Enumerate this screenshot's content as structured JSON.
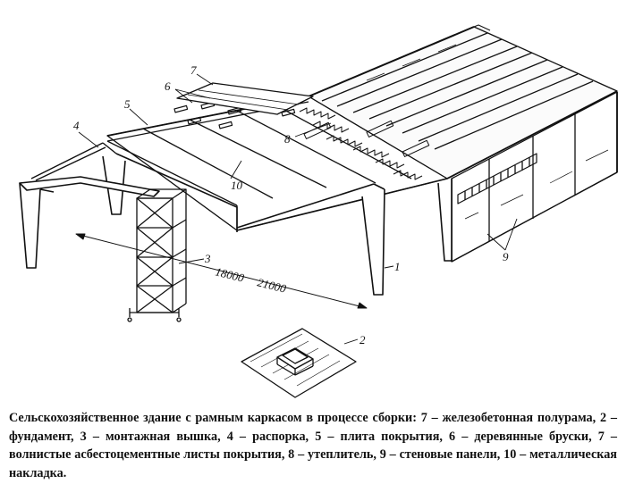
{
  "figure": {
    "labels": {
      "l1": "1",
      "l2": "2",
      "l3": "3",
      "l4": "4",
      "l5": "5",
      "l6": "6",
      "l7": "7",
      "l8": "8",
      "l9": "9",
      "l10": "10"
    },
    "dimensions": {
      "d1": "18000",
      "d2": "21000"
    }
  },
  "caption": {
    "text": "Сельскохозяйственное здание с рамным каркасом в процессе сборки: 7 – железобетонная полурама, 2 – фундамент, 3 – монтажная вышка, 4 – распорка, 5 – плита покрытия, 6 – деревянные бруски, 7 – волнистые асбестоцементные листы покрытия, 8 – утеплитель, 9 – стеновые панели, 10 – металлическая накладка."
  }
}
